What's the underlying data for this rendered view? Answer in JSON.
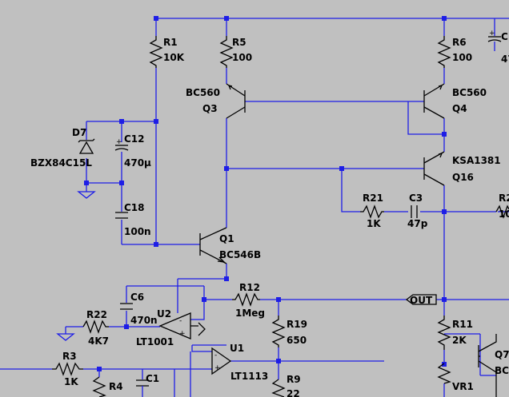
{
  "labels": {
    "r1": "R1",
    "r1v": "10K",
    "r5": "R5",
    "r5v": "100",
    "r6": "R6",
    "r6v": "100",
    "c_top": "C",
    "c_top_v": "47",
    "q3": "Q3",
    "q3m": "BC560",
    "q4": "Q4",
    "q4m": "BC560",
    "q16": "Q16",
    "q16m": "KSA1381",
    "d7": "D7",
    "d7m": "BZX84C15L",
    "c12": "C12",
    "c12v": "470µ",
    "c18": "C18",
    "c18v": "100n",
    "r21": "R21",
    "r21v": "1K",
    "c3": "C3",
    "c3v": "47p",
    "r2_cut": "R2",
    "r2_cut_v": "10",
    "q1": "Q1",
    "q1m": "BC546B",
    "c6": "C6",
    "c6v": "470n",
    "r12": "R12",
    "r12v": "1Meg",
    "out": "OUT",
    "r22": "R22",
    "r22v": "4K7",
    "u2": "U2",
    "u2m": "LT1001",
    "r19": "R19",
    "r19v": "650",
    "r11": "R11",
    "r11v": "2K",
    "q7": "Q7",
    "q7m": "BC",
    "u1": "U1",
    "u1m": "LT1113",
    "r3": "R3",
    "r3v": "1K",
    "r4": "R4",
    "c1": "C1",
    "r9": "R9",
    "r9v": "22",
    "vr1": "VR1"
  },
  "colors": {
    "background": "#c0c0c0",
    "wire": "#1e1ee6",
    "component": "#000000"
  }
}
